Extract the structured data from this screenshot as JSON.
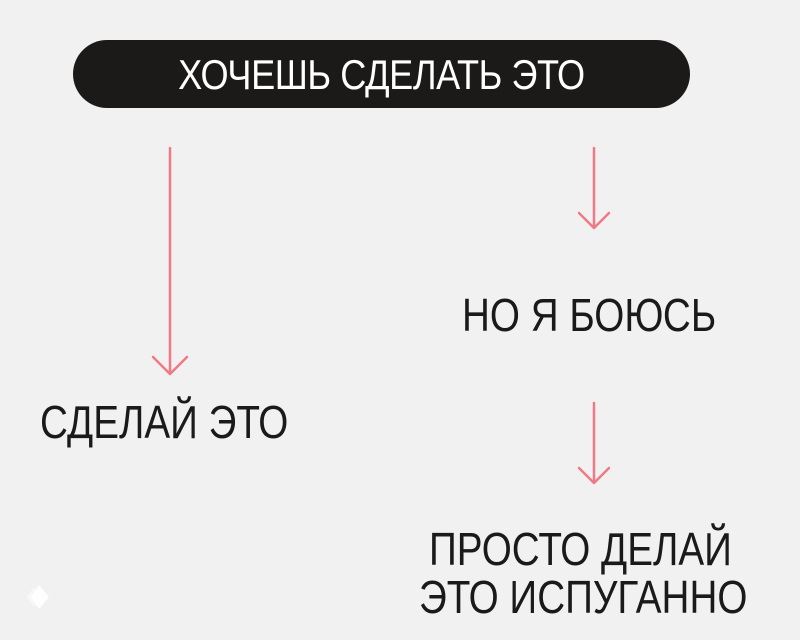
{
  "flowchart": {
    "root": {
      "text": "ХОЧЕШЬ СДЕЛАТЬ ЭТО"
    },
    "left_branch": {
      "result": "СДЕЛАЙ ЭТО"
    },
    "right_branch": {
      "step": "НО Я БОЮСЬ",
      "result_line1": "ПРОСТО ДЕЛАЙ",
      "result_line2": "ЭТО ИСПУГАННО"
    }
  },
  "colors": {
    "background": "#f2f1f1",
    "pill": "#1c1a18",
    "pill_text": "#ffffff",
    "text": "#1a1a1a",
    "arrow": "#ef7a85"
  },
  "icons": {
    "arrows": "arrow-down-icon",
    "watermark": "diamond-logo-icon"
  }
}
